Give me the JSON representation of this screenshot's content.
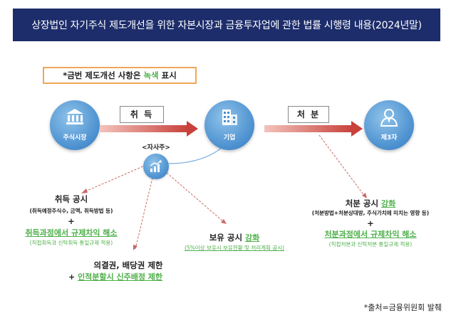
{
  "header": {
    "title": "상장법인 자기주식 제도개선을 위한 자본시장과 금융투자업에 관한 법률 시행령 내용(2024년말)"
  },
  "notice": {
    "prefix": "*금번 제도개선 사항은 ",
    "highlight": "녹색",
    "suffix": " 표시"
  },
  "nodes": {
    "market": {
      "label": "주식시장",
      "icon": "bank-icon"
    },
    "company": {
      "label": "기업",
      "icon": "building-icon"
    },
    "third_party": {
      "label": "제3자",
      "icon": "person-icon"
    },
    "treasury": {
      "label": "<자사주>",
      "icon": "chart-growth-icon"
    }
  },
  "flows": {
    "acquire": "취 득",
    "dispose": "처 분"
  },
  "acquisition": {
    "title": "취득 공시",
    "detail": "(취득예정주식수, 금액, 취득방법 등)",
    "plus": "+",
    "improvement": "취득과정에서 규제차익 해소",
    "improvement_detail": "(직접취득과 신탁취득 통일규제 적용)"
  },
  "rights": {
    "line1": "의결권, 배당권 제한",
    "plus": "+",
    "line2": "인적분할시 신주배정 제한"
  },
  "holding": {
    "title": "보유 공시 ",
    "title_green": "강화",
    "detail": "(5%이상 보유시 보유현황 및 처리계획 공시)"
  },
  "disposal": {
    "title": "처분 공시 ",
    "title_green": "강화",
    "detail": "(처분방법+처분상대방, 주식가치에 미치는 영향 등)",
    "plus": "+",
    "improvement": "처분과정에서 규제차익 해소",
    "improvement_detail": "(직접처분과 신탁처분 통일규제 적용)"
  },
  "source": "*출처=금융위원회 발췌",
  "colors": {
    "header_bg": "#1d2d6b",
    "green": "#4eb04a",
    "arrow": "#c8413b",
    "notice_border": "#f0a657"
  }
}
